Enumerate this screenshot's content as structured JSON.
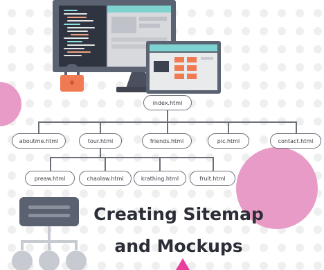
{
  "sitemap": {
    "root": "index.html",
    "level1": [
      "aboutme.html",
      "tour.html",
      "friends.html",
      "pic.html",
      "contact.html"
    ],
    "level2": [
      "preaw.html",
      "chaolaw.html",
      "krathing.html",
      "fruit.html"
    ]
  },
  "title": {
    "line1": "Creating Sitemap",
    "line2": "and Mockups"
  },
  "colors": {
    "pink": "#e79ac8",
    "magenta": "#e83e9c",
    "slate": "#5a6170",
    "teal": "#7fd4d0",
    "orange": "#f07a52",
    "dark_screen": "#323744"
  },
  "icons": [
    "monitor-illustration",
    "padlock-icon",
    "browser-mockup-illustration",
    "sitemap-icon"
  ]
}
